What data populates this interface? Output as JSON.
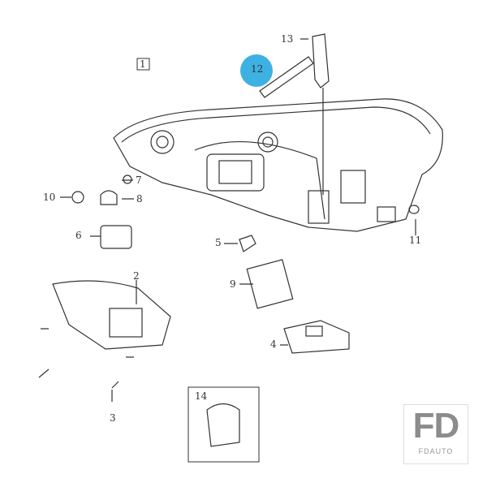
{
  "callouts": {
    "c1": "1",
    "c2": "2",
    "c3": "3",
    "c4": "4",
    "c5": "5",
    "c6": "6",
    "c7": "7",
    "c8": "8",
    "c9": "9",
    "c10": "10",
    "c11": "11",
    "c12": "12",
    "c13": "13",
    "c14": "14"
  },
  "logo": {
    "mark": "FD",
    "name": "FDAUTO"
  },
  "colors": {
    "highlight": "#29a8e0",
    "line": "#333333"
  }
}
